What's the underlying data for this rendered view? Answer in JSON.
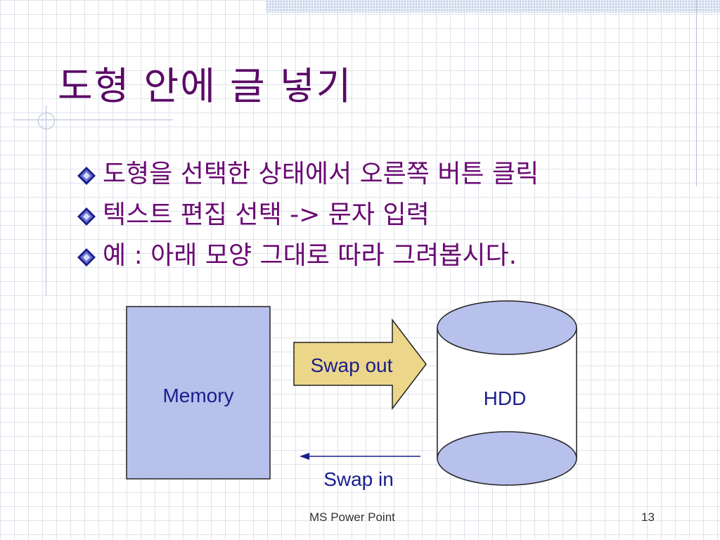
{
  "slide": {
    "title": "도형 안에 글 넣기",
    "bullets": [
      {
        "text": "도형을 선택한 상태에서 오른쪽 버튼 클릭"
      },
      {
        "text": "텍스트 편집 선택 -> 문자 입력"
      },
      {
        "text": "예 : 아래 모양 그대로 따라 그려봅시다."
      }
    ],
    "footer": "MS Power Point",
    "page_number": "13"
  },
  "diagram": {
    "memory_label": "Memory",
    "swap_out_label": "Swap out",
    "hdd_label": "HDD",
    "swap_in_label": "Swap in",
    "colors": {
      "memory_fill": "#b8c0ec",
      "arrow_fill": "#ecd68a",
      "hdd_fill": "#b8c0ec",
      "title": "#5a0a66",
      "text": "#6a0a72"
    }
  }
}
